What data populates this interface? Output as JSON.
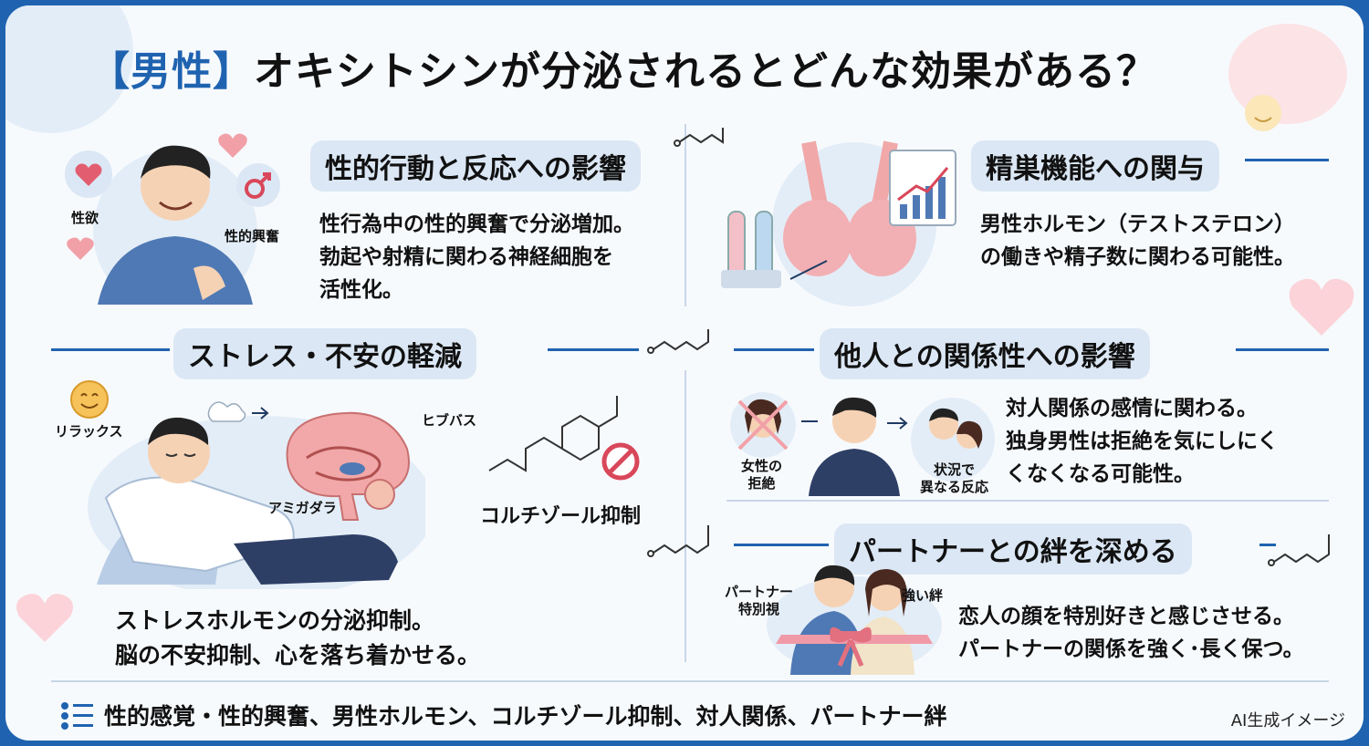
{
  "title": {
    "bracket": "【男性】",
    "main": "オキシトシンが分泌されるとどんな効果がある？"
  },
  "sections": {
    "sexual": {
      "heading": "性的行動と反応への影響",
      "lines": [
        "性行為中の性的興奮で分泌増加。",
        "勃起や射精に関わる神経細胞を",
        "活性化。"
      ],
      "labels": [
        "性欲",
        "性的興奮"
      ]
    },
    "testis": {
      "heading": "精巣機能への関与",
      "lines": [
        "男性ホルモン（テストステロン）",
        "の働きや精子数に関わる可能性。"
      ]
    },
    "stress": {
      "heading": "ストレス・不安の軽減",
      "lines": [
        "ストレスホルモンの分泌抑制。",
        "脳の不安抑制、心を落ち着かせる。"
      ],
      "labels": [
        "リラックス",
        "ヒブバス",
        "アミガダラ",
        "コルチゾール抑制"
      ]
    },
    "relation": {
      "heading": "他人との関係性への影響",
      "lines": [
        "対人関係の感情に関わる。",
        "独身男性は拒絶を気にしにく",
        "くなくなる可能性。"
      ],
      "labels": [
        "女性の",
        "拒絶",
        "状況で",
        "異なる反応"
      ]
    },
    "partner": {
      "heading": "パートナーとの絆を深める",
      "lines": [
        "恋人の顔を特別好きと感じさせる。",
        "パートナーの関係を強く･長く保つ。"
      ],
      "labels": [
        "パートナー",
        "特別視",
        "強い絆"
      ]
    }
  },
  "footer": {
    "icon": "checklist-icon",
    "text": "性的感覚・性的興奮、男性ホルモン、コルチゾール抑制、対人関係、パートナー絆"
  },
  "credit": "AI生成イメージ",
  "colors": {
    "frame": "#1f63b0",
    "accent": "#1f63b0",
    "heading_bg": "#dbe7f4",
    "heart": "#f2a0a8"
  }
}
